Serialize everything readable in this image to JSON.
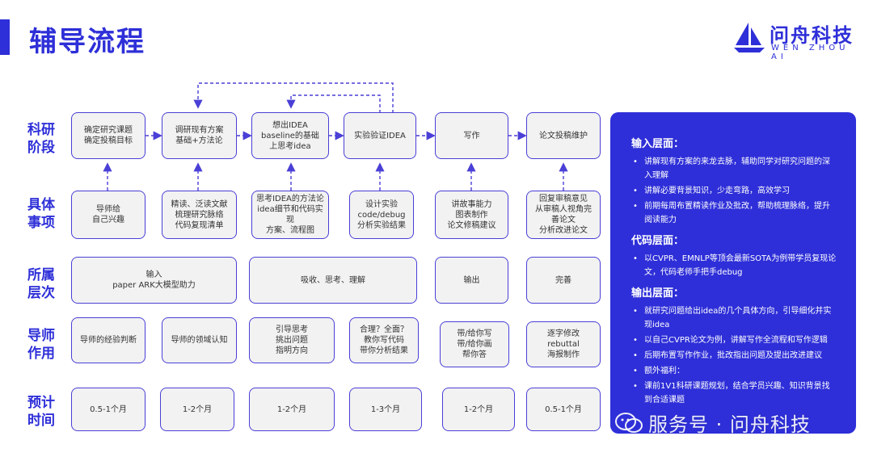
{
  "title": "辅导流程",
  "logo": {
    "cn": "问舟科技",
    "en": "WEN ZHOU AI"
  },
  "rows": [
    {
      "label": "科研\n阶段"
    },
    {
      "label": "具体\n事项"
    },
    {
      "label": "所属\n层次"
    },
    {
      "label": "导师\n作用"
    },
    {
      "label": "预计\n时间"
    }
  ],
  "stages": [
    "确定研究课题\n确定投稿目标",
    "调研现有方案\n基础+方法论",
    "想出IDEA\nbaseline的基础\n上思考idea",
    "实验验证IDEA",
    "写作",
    "论文投稿维护"
  ],
  "items": [
    "导师给\n自己兴趣",
    "精读、泛读文献\n梳理研究脉络\n代码复现清单",
    "思考IDEA的方法论\nidea细节和代码实现\n方案、流程图",
    "设计实验\ncode/debug\n分析实验结果",
    "讲故事能力\n图表制作\n论文修稿建议",
    "回复审稿意见\n从审稿人视角完\n善论文\n分析改进论文"
  ],
  "levels": [
    "输入\npaper ARK大模型助力",
    "吸收、思考、理解",
    "输出",
    "完善"
  ],
  "mentor": [
    "导师的经验判断",
    "导师的领域认知",
    "引导思考\n挑出问题\n指明方向",
    "合理？全面？\n教你写代码\n带你分析结果",
    "带/给你写\n带/给你画\n帮你答",
    "逐字修改\nrebuttal\n海报制作"
  ],
  "durations": [
    "0.5-1个月",
    "1-2个月",
    "1-2个月",
    "1-3个月",
    "1-2个月",
    "0.5-1个月"
  ],
  "panel": {
    "sections": [
      {
        "title": "输入层面：",
        "bullets": [
          "讲解现有方案的来龙去脉，辅助同学对研究问题的深入理解",
          "讲解必要背景知识，少走弯路，高效学习",
          "前期每周布置精读作业及批改，帮助梳理脉络，提升阅读能力"
        ]
      },
      {
        "title": "代码层面：",
        "bullets": [
          "以CVPR、EMNLP等顶会最新SOTA为例带学员复现论文，代码老师手把手debug"
        ]
      },
      {
        "title": "输出层面：",
        "bullets": [
          "就研究问题给出idea的几个具体方向，引导细化并实现idea",
          "以自己CVPR论文为例，讲解写作全流程和写作逻辑",
          "后期布置写作作业，批改指出问题及提出改进建议",
          "额外福利：",
          "课前1V1科研课题规划，结合学员兴趣、知识背景找到合适课题"
        ]
      }
    ]
  },
  "watermark": "服务号 · 问舟科技",
  "colors": {
    "accent": "#2e2fd8",
    "node_border": "#4a3fd6",
    "node_fill": "#f2f2f2"
  }
}
